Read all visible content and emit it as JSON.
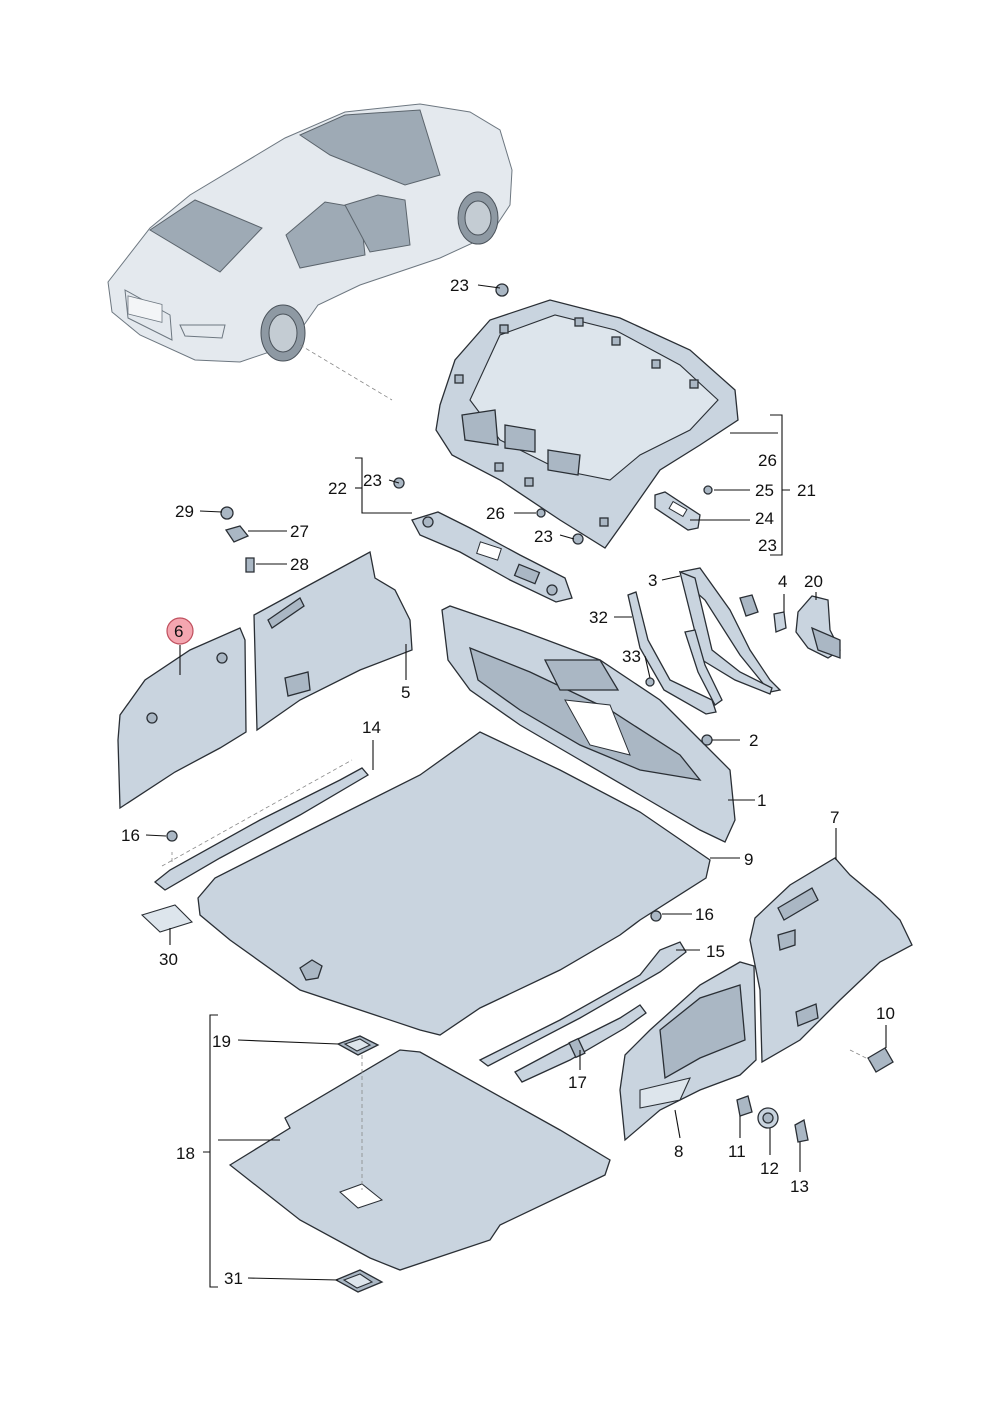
{
  "diagram": {
    "highlighted_callout": "6",
    "accent_color": "#f4a6b0",
    "part_fill_color": "#c9d4df",
    "callouts": {
      "c1": "1",
      "c2": "2",
      "c3": "3",
      "c4": "4",
      "c5": "5",
      "c6": "6",
      "c7": "7",
      "c8": "8",
      "c9": "9",
      "c10": "10",
      "c11": "11",
      "c12": "12",
      "c13": "13",
      "c14": "14",
      "c15": "15",
      "c16a": "16",
      "c16b": "16",
      "c17": "17",
      "c18": "18",
      "c19": "19",
      "c20": "20",
      "c21": "21",
      "c22": "22",
      "c23a": "23",
      "c23b": "23",
      "c23c": "23",
      "c23d": "23",
      "c24": "24",
      "c25": "25",
      "c26a": "26",
      "c26b": "26",
      "c27": "27",
      "c28": "28",
      "c29": "29",
      "c30": "30",
      "c31": "31",
      "c32": "32",
      "c33": "33"
    }
  }
}
